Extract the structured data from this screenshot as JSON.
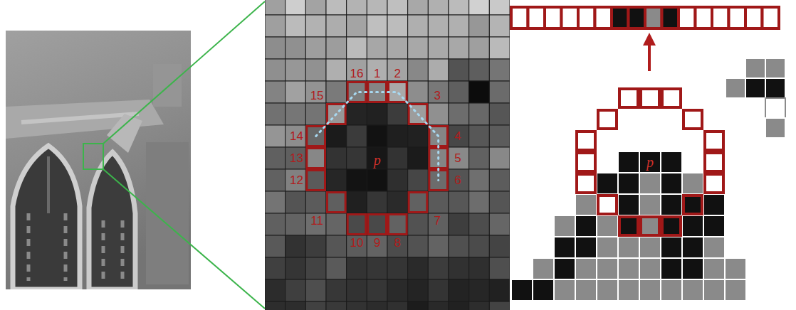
{
  "diagram": {
    "labels": [
      "1",
      "2",
      "3",
      "4",
      "5",
      "6",
      "7",
      "8",
      "9",
      "10",
      "11",
      "12",
      "13",
      "14",
      "15",
      "16",
      "p",
      "p"
    ]
  }
}
